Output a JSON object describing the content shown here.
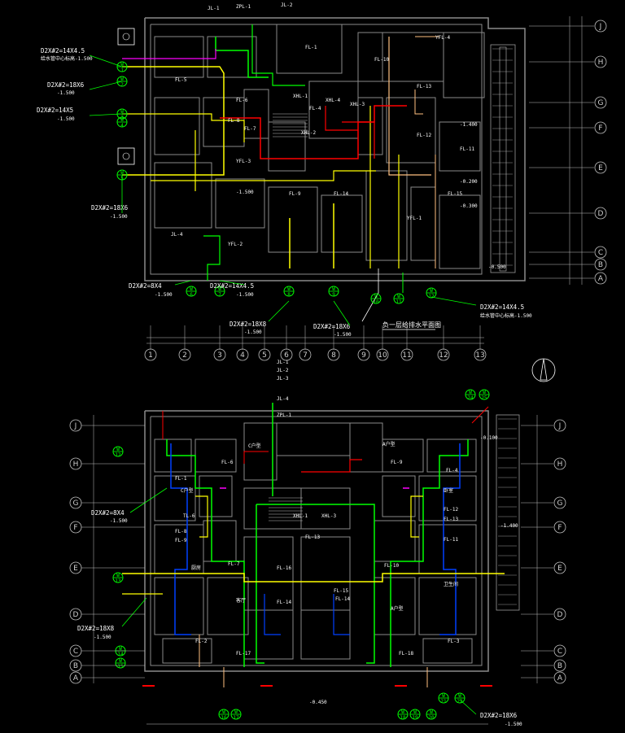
{
  "colors": {
    "background": "#000000",
    "wall": "#8a8a8a",
    "cold_water": "#ffff00",
    "hot_water": "#ffc080",
    "fire": "#ff0000",
    "drain": "#00ff00",
    "blue": "#0040ff",
    "magenta": "#ff00ff",
    "dimension": "#c0c0c0"
  },
  "upper_plan": {
    "title": "负一层给排水平面图",
    "row_axes": [
      "J",
      "H",
      "G",
      "F",
      "E",
      "D",
      "C",
      "B",
      "A"
    ],
    "col_axes": [
      "1",
      "2",
      "3",
      "4",
      "5",
      "6",
      "7",
      "8",
      "9",
      "10",
      "11",
      "12",
      "13"
    ],
    "notes": {
      "pipe_a": "D2X#2=14X4.5",
      "pipe_a_elev": "给水管中心标高-1.500",
      "pipe_b": "D2X#2=18X6",
      "pipe_b_elev": "-1.500",
      "pipe_c": "D2X#2=14X5",
      "pipe_c_elev": "-1.500",
      "pipe_d": "D2X#2=18X6",
      "pipe_d_elev": "-1.500",
      "pipe_e": "D2X#2=8X4",
      "pipe_e_elev": "-1.500",
      "pipe_f": "D2X#2=14X4.5",
      "pipe_f_elev": "-1.500",
      "pipe_g": "D2X#2=18X8",
      "pipe_g_elev": "-1.500",
      "pipe_h": "D2X#2=18X6",
      "pipe_h_elev": "-1.500",
      "pipe_i": "D2X#2=14X4.5",
      "pipe_i_elev": "给水管中心标高-1.500"
    },
    "risers": [
      "JL-1",
      "ZPL-1",
      "JL-2",
      "FL-1",
      "FL-10",
      "YFL-4",
      "XHL-1",
      "FL-5",
      "FL-6",
      "FL-4",
      "XHL-3",
      "XHL-2",
      "FL-13",
      "FL-12",
      "FL-11",
      "YFL-3",
      "FL-7",
      "FL-8",
      "FL-9",
      "FL-14",
      "FL-15",
      "YFL-2",
      "JL-4",
      "YFL-1",
      "XHL-4"
    ],
    "elevations": [
      "-1.400",
      "-0.200",
      "-0.300",
      "-0.500",
      "-1.500"
    ]
  },
  "lower_plan": {
    "row_axes": [
      "J",
      "H",
      "G",
      "F",
      "E",
      "D",
      "C",
      "B",
      "A"
    ],
    "notes": {
      "pipe_a": "D2X#2=8X4",
      "pipe_a_elev": "-1.500",
      "pipe_b": "D2X#2=18X8",
      "pipe_b_elev": "-1.500",
      "pipe_c": "D2X#2=18X6",
      "pipe_c_elev": "-1.500",
      "elev_top": "-0.100",
      "elev_right": "-1.400"
    },
    "risers_left": [
      "FL-6",
      "FL-1",
      "TL-6",
      "FL-8",
      "FL-9",
      "FL-7",
      "FL-2",
      "FL-17",
      "FL-14",
      "FL-16",
      "FL-13",
      "FL-15"
    ],
    "risers_right": [
      "FL-9",
      "FL-4",
      "FL-12",
      "FL-13",
      "FL-11",
      "FL-14",
      "FL-10",
      "FL-3",
      "FL-18"
    ],
    "risers_core": [
      "JL-1",
      "JL-2",
      "JL-3",
      "JL-4",
      "ZPL-1",
      "XHL-1",
      "XHL-3"
    ],
    "rooms": [
      "C户型",
      "A户型",
      "厨房",
      "卫生间",
      "客厅",
      "卧室"
    ],
    "bottom_elev": "-0.450",
    "circle_labels_bottom": [
      "16",
      "17",
      "18",
      "19",
      "20",
      "21",
      "22"
    ],
    "circle_labels_left": [
      "12",
      "13",
      "14",
      "15"
    ],
    "circle_labels_top": [
      "24",
      "25"
    ]
  }
}
